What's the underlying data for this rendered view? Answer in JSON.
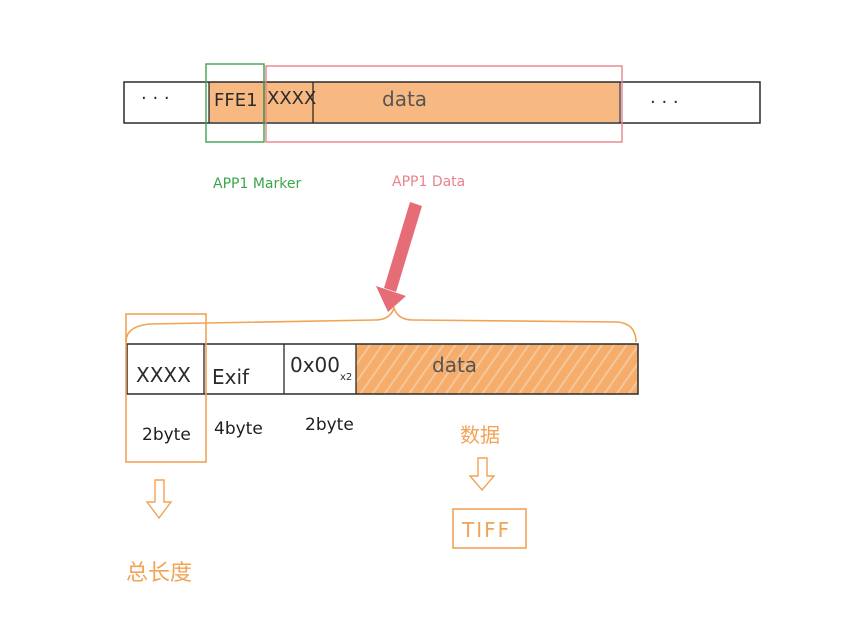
{
  "top_bar": {
    "left_dots": "· · ·",
    "marker": "FFE1",
    "length": "XXXX",
    "data": "data",
    "right_dots": "· · ·"
  },
  "top_labels": {
    "marker_label": "APP1 Marker",
    "data_label": "APP1 Data"
  },
  "bottom_bar": {
    "length": "XXXX",
    "exif": "Exif",
    "padding": "0x00",
    "padding_mult": "x2",
    "data": "data"
  },
  "byte_labels": {
    "length_bytes": "2byte",
    "exif_bytes": "4byte",
    "padding_bytes": "2byte"
  },
  "annotations": {
    "total_length": "总长度",
    "data_cn": "数据",
    "tiff": "TIFF"
  },
  "colors": {
    "orange_fill": "#f6ad6b",
    "orange_stroke": "#f2a354",
    "green": "#3aa64a",
    "pink": "#e9828c",
    "arrow": "#e66d78",
    "ink": "#2b2b2b"
  }
}
